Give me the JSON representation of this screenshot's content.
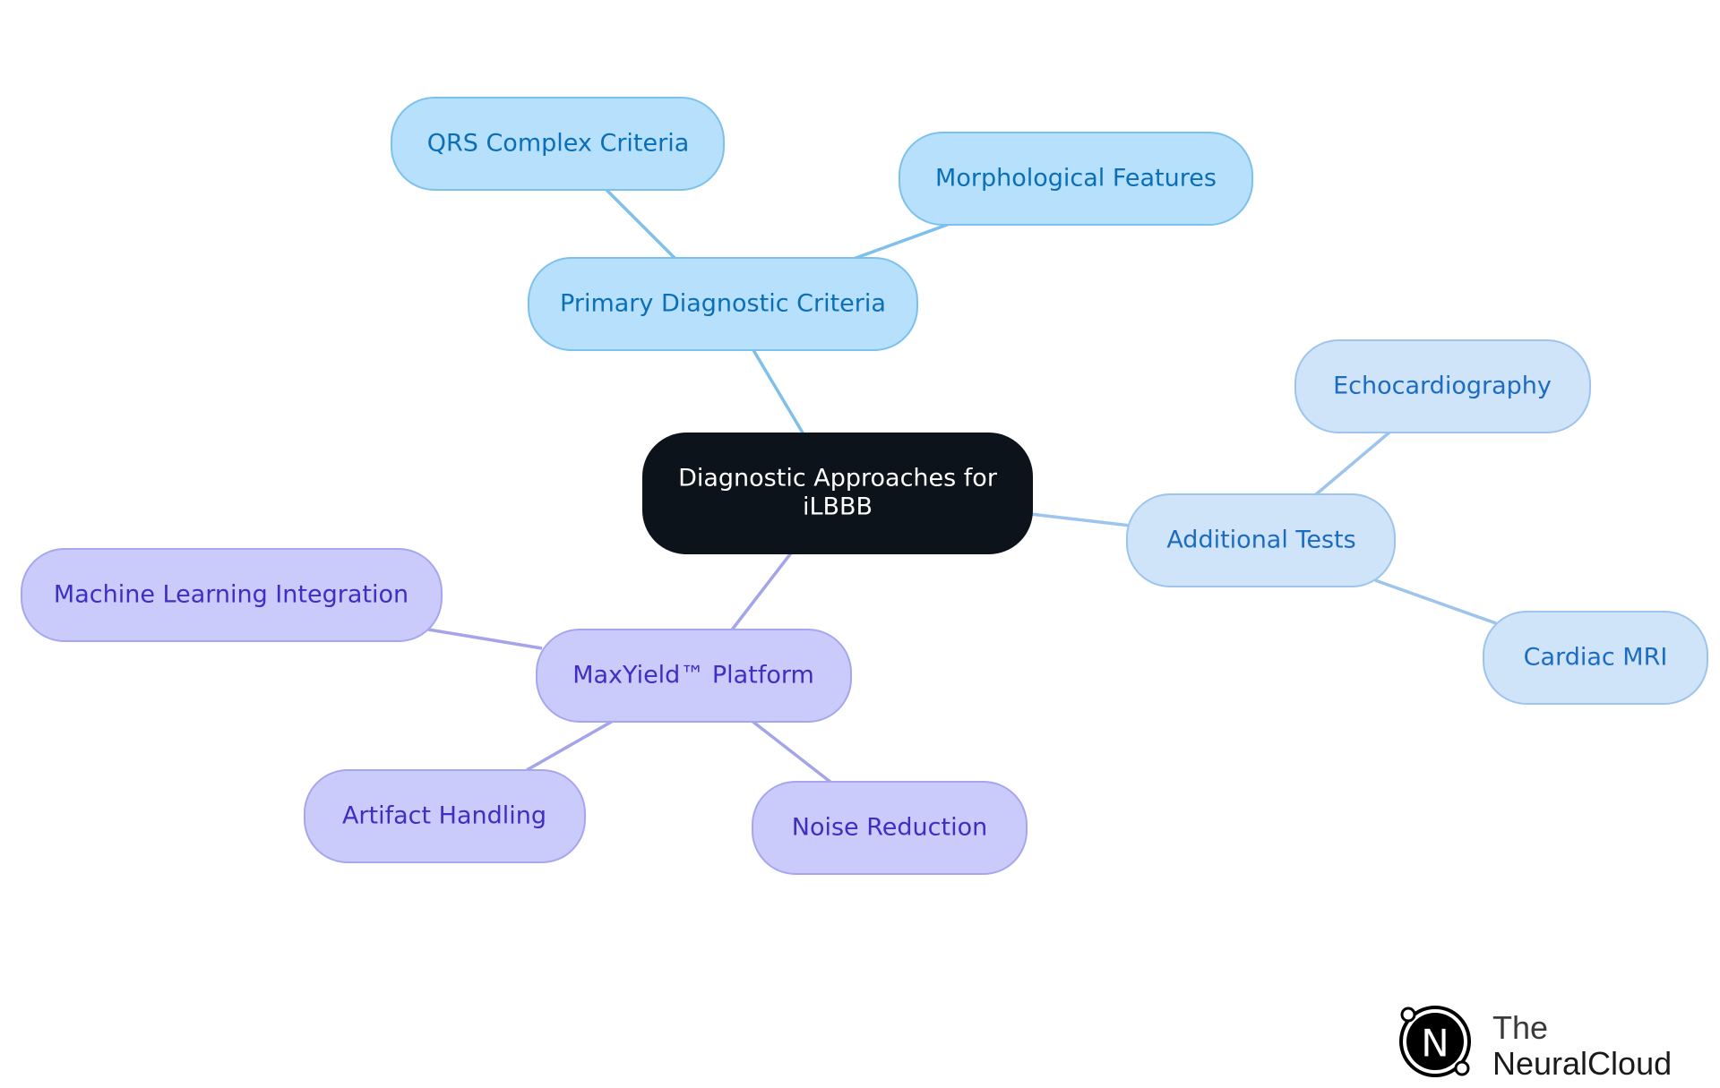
{
  "diagram": {
    "root": {
      "label_lines": [
        "Diagnostic Approaches for",
        "iLBBB"
      ]
    },
    "branches": [
      {
        "label": "Primary Diagnostic Criteria",
        "children": [
          {
            "label": "QRS Complex Criteria"
          },
          {
            "label": "Morphological Features"
          }
        ]
      },
      {
        "label": "Additional Tests",
        "children": [
          {
            "label": "Echocardiography"
          },
          {
            "label": "Cardiac MRI"
          }
        ]
      },
      {
        "label": "MaxYield™ Platform",
        "children": [
          {
            "label": "Machine Learning Integration"
          },
          {
            "label": "Artifact Handling"
          },
          {
            "label": "Noise Reduction"
          }
        ]
      }
    ]
  },
  "colors": {
    "root_fill": "#0d131b",
    "root_text": "#ffffff",
    "criteria_fill": "#b6e0fc",
    "criteria_stroke": "#7cc1ee",
    "criteria_text": "#0b6fb8",
    "criteria_line": "#7ec0ec",
    "tests_fill": "#cfe3f9",
    "tests_stroke": "#9cc4ee",
    "tests_text": "#1c6cc2",
    "tests_line": "#9cc4ec",
    "platform_fill": "#cacbfb",
    "platform_stroke": "#a5a6ee",
    "platform_text": "#3c2fc2",
    "platform_line": "#a4a4ea"
  },
  "logo": {
    "mark": "N",
    "line1": "The",
    "line2": "NeuralCloud"
  }
}
